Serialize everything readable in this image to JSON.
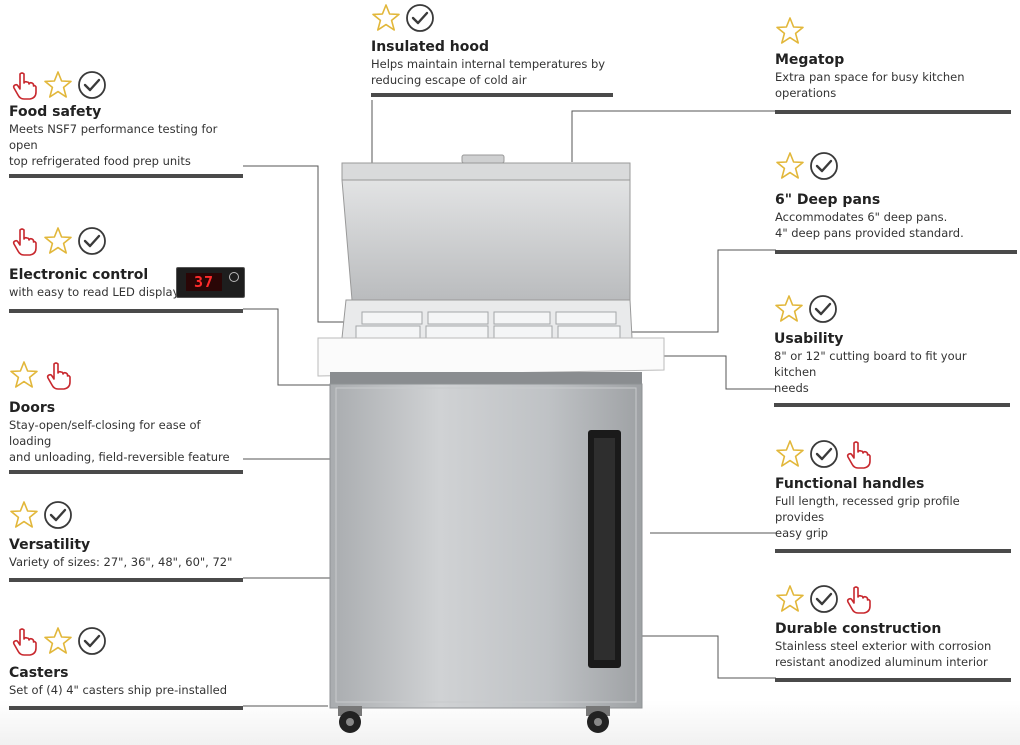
{
  "features": {
    "insulated_hood": {
      "title": "Insulated hood",
      "desc": "Helps maintain internal temperatures by\nreducing escape of cold air",
      "icons": [
        "star-icon",
        "check-circle-icon"
      ]
    },
    "food_safety": {
      "title": "Food safety",
      "desc": "Meets NSF7 performance testing for open\ntop refrigerated food prep units",
      "icons": [
        "hand-pointer-icon",
        "star-icon",
        "check-circle-icon"
      ]
    },
    "electronic_control": {
      "title": "Electronic control",
      "desc": "with easy to read LED display",
      "icons": [
        "hand-pointer-icon",
        "star-icon",
        "check-circle-icon"
      ]
    },
    "doors": {
      "title": "Doors",
      "desc": "Stay-open/self-closing for ease of loading\nand unloading, field-reversible feature",
      "icons": [
        "star-icon",
        "hand-pointer-icon"
      ]
    },
    "versatility": {
      "title": "Versatility",
      "desc": "Variety of sizes: 27\", 36\", 48\", 60\", 72\"",
      "icons": [
        "star-icon",
        "check-circle-icon"
      ]
    },
    "casters": {
      "title": "Casters",
      "desc": "Set of (4) 4\" casters ship pre-installed",
      "icons": [
        "hand-pointer-icon",
        "star-icon",
        "check-circle-icon"
      ]
    },
    "megatop": {
      "title": "Megatop",
      "desc": "Extra pan space for busy kitchen\noperations",
      "icons": [
        "star-icon"
      ]
    },
    "deep_pans": {
      "title": "6\" Deep pans",
      "desc": "Accommodates 6\" deep pans.\n4\" deep pans provided standard.",
      "icons": [
        "star-icon",
        "check-circle-icon"
      ]
    },
    "usability": {
      "title": "Usability",
      "desc": "8\" or 12\" cutting board to fit your kitchen\nneeds",
      "icons": [
        "star-icon",
        "check-circle-icon"
      ]
    },
    "functional_handles": {
      "title": "Functional handles",
      "desc": "Full length, recessed grip profile provides\neasy grip",
      "icons": [
        "star-icon",
        "check-circle-icon",
        "hand-pointer-icon"
      ]
    },
    "durable_construction": {
      "title": "Durable construction",
      "desc": "Stainless steel exterior with corrosion\nresistant anodized aluminum interior",
      "icons": [
        "star-icon",
        "check-circle-icon",
        "hand-pointer-icon"
      ]
    }
  },
  "led_display": {
    "reading": "37"
  },
  "colors": {
    "star": "#e2b73a",
    "check": "#3a3a3a",
    "hand": "#c8282e",
    "bar": "#4a4a4a",
    "steel": "#b9bcbf"
  }
}
